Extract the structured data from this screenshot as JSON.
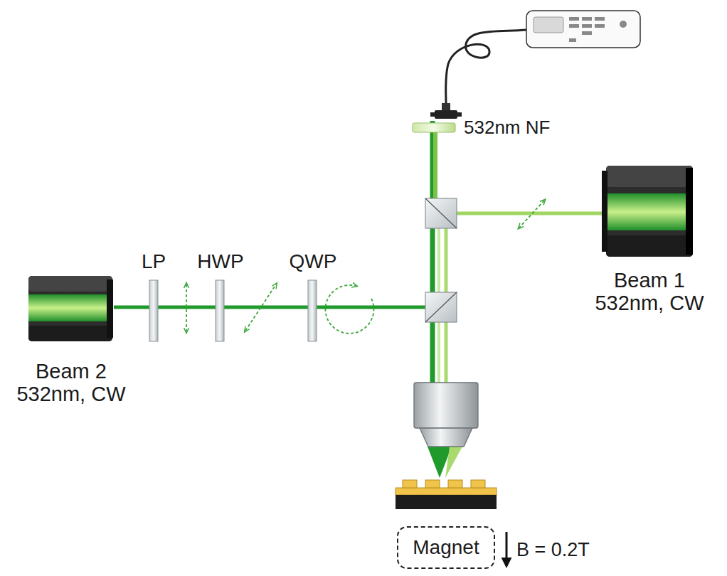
{
  "diagram": {
    "nodes": [
      {
        "text": [
          "Beam 1 532nm, CW"
        ]
      },
      {
        "text": [
          "Beam 2 532nm, CW"
        ]
      },
      {
        "text": [
          "Magnet"
        ]
      }
    ],
    "labels": [
      "532nm NF",
      "LP",
      "HWP",
      "QWP",
      "B = 0.2T"
    ]
  }
}
